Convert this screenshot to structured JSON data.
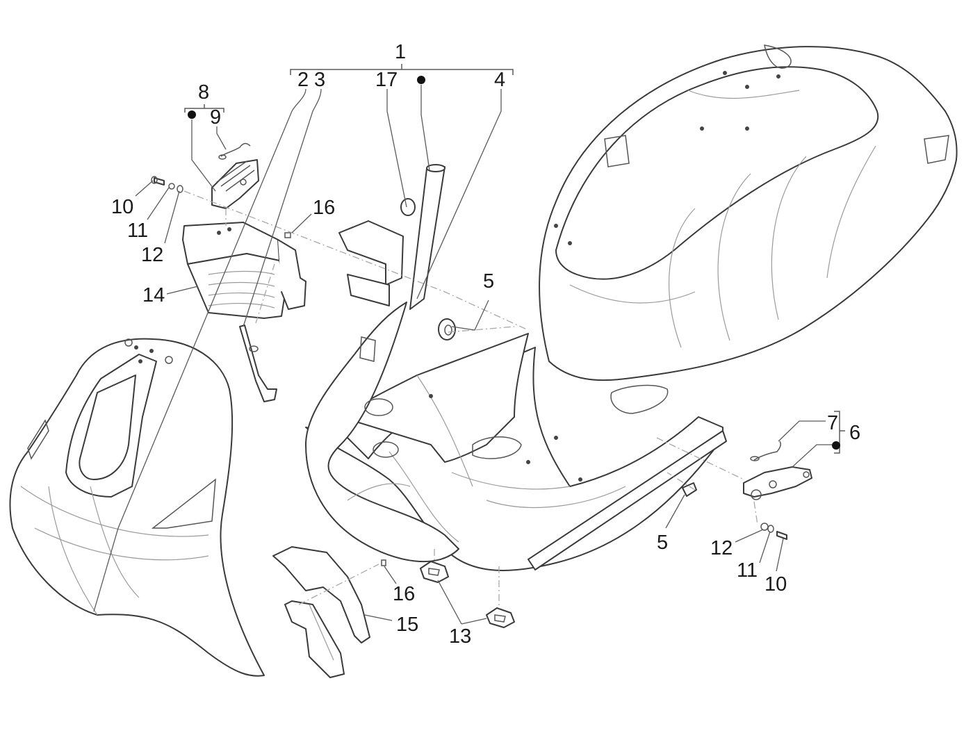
{
  "diagram": {
    "title": "Scooter frame / body exploded parts diagram",
    "callouts": [
      {
        "id": "c1",
        "text": "1",
        "part": "frame assembly group"
      },
      {
        "id": "c2",
        "text": "2",
        "part": "frame component"
      },
      {
        "id": "c3",
        "text": "3",
        "part": "frame component"
      },
      {
        "id": "c17",
        "text": "17",
        "part": "steering tube ring"
      },
      {
        "id": "c1dot",
        "text": "●",
        "part": "steering column frame"
      },
      {
        "id": "c4",
        "text": "4",
        "part": "frame component"
      },
      {
        "id": "c8",
        "text": "8",
        "part": "lock group"
      },
      {
        "id": "c8dot",
        "text": "●",
        "part": "front lock"
      },
      {
        "id": "c9",
        "text": "9",
        "part": "lock spring clip"
      },
      {
        "id": "c10a",
        "text": "10",
        "part": "screw"
      },
      {
        "id": "c11a",
        "text": "11",
        "part": "lock washer"
      },
      {
        "id": "c12a",
        "text": "12",
        "part": "washer"
      },
      {
        "id": "c16a",
        "text": "16",
        "part": "clip nut"
      },
      {
        "id": "c14",
        "text": "14",
        "part": "glovebox bracket"
      },
      {
        "id": "c5a",
        "text": "5",
        "part": "grommet plug"
      },
      {
        "id": "c5b",
        "text": "5",
        "part": "rubber plug"
      },
      {
        "id": "c7",
        "text": "7",
        "part": "lock spring clip"
      },
      {
        "id": "c6",
        "text": "6",
        "part": "seat lock group"
      },
      {
        "id": "c6dot",
        "text": "●",
        "part": "seat lock"
      },
      {
        "id": "c12b",
        "text": "12",
        "part": "washer"
      },
      {
        "id": "c11b",
        "text": "11",
        "part": "lock washer"
      },
      {
        "id": "c10b",
        "text": "10",
        "part": "screw"
      },
      {
        "id": "c16b",
        "text": "16",
        "part": "clip nut"
      },
      {
        "id": "c15",
        "text": "15",
        "part": "inner shield cover"
      },
      {
        "id": "c13",
        "text": "13",
        "part": "rubber pad"
      }
    ]
  }
}
